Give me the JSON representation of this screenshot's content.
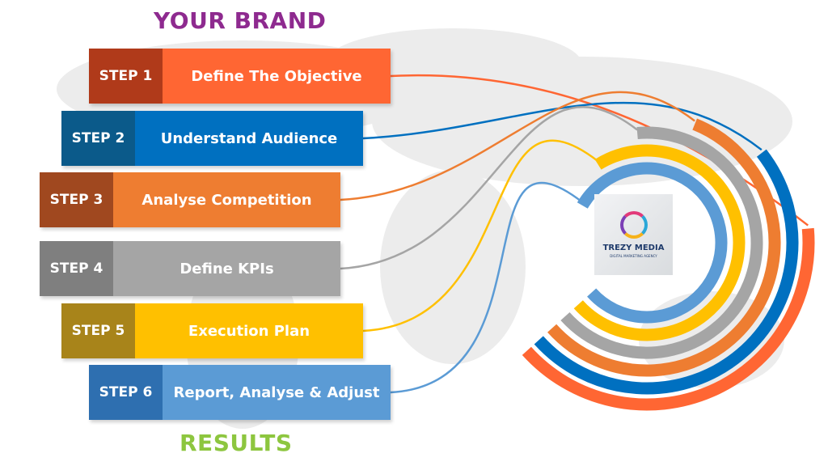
{
  "header": {
    "title": "YOUR BRAND",
    "color": "#8e2a8f"
  },
  "footer": {
    "title": "RESULTS",
    "color": "#8dc63f"
  },
  "steps": [
    {
      "step": "STEP 1",
      "label": "Define The Objective",
      "dark": "#b03a1a",
      "color": "#ff6633"
    },
    {
      "step": "STEP 2",
      "label": "Understand Audience",
      "dark": "#0b5a8a",
      "color": "#0070c0"
    },
    {
      "step": "STEP 3",
      "label": "Analyse Competition",
      "dark": "#a0481f",
      "color": "#ee7d31"
    },
    {
      "step": "STEP 4",
      "label": "Define KPIs",
      "dark": "#7f7f7f",
      "color": "#a5a5a5"
    },
    {
      "step": "STEP 5",
      "label": "Execution Plan",
      "dark": "#a8841a",
      "color": "#ffc000"
    },
    {
      "step": "STEP 6",
      "label": "Report, Analyse & Adjust",
      "dark": "#2e6fb0",
      "color": "#5b9bd5"
    }
  ],
  "logo": {
    "name": "TREZY MEDIA",
    "tagline": "DIGITAL MARKETING AGENCY"
  }
}
